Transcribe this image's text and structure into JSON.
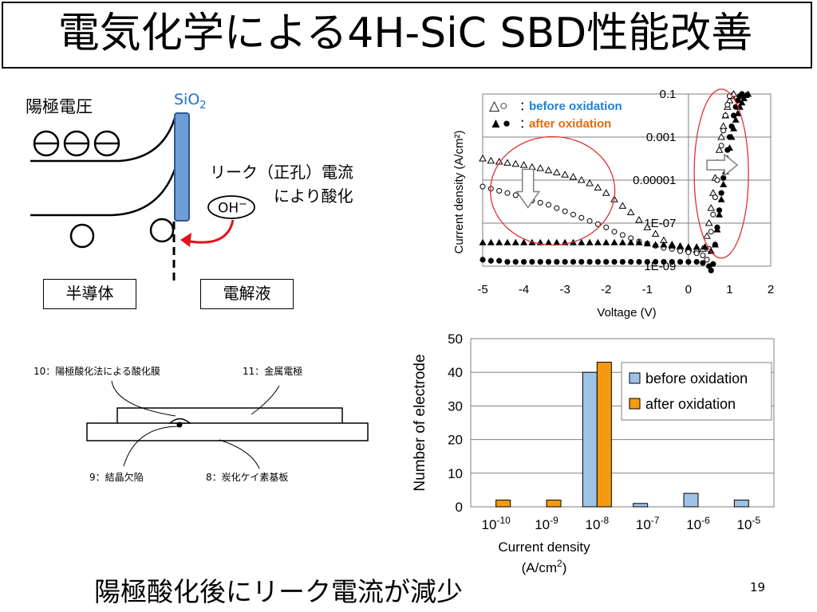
{
  "title": "電気化学による4H-SiC SBD性能改善",
  "footer": "陽極酸化後にリーク電流が減少",
  "page_number": "19",
  "diagram": {
    "anode_voltage_label": "陽極電圧",
    "sio2_label": "SiO",
    "sio2_subscript": "2",
    "leak_text_line1": "リーク（正孔）電流",
    "leak_text_line2": "により酸化",
    "oh_label": "OH",
    "oh_sup": "−",
    "semiconductor_label": "半導体",
    "electrolyte_label": "電解液"
  },
  "structure": {
    "label_oxide": "10：陽極酸化法による酸化膜",
    "label_metal": "11：金属電極",
    "label_defect": "9：結晶欠陥",
    "label_substrate": "8：炭化ケイ素基板"
  },
  "colors": {
    "sio2_fill": "#6f9ed6",
    "before": "#1f7fd6",
    "after": "#e46c0a",
    "bar_before": "#9dc3e6",
    "bar_after": "#f59a0f",
    "arrow_red": "#e0141a",
    "ellipse_red": "#e03030"
  },
  "chart_data": [
    {
      "type": "scatter",
      "xlabel": "Voltage (V)",
      "ylabel": "Current density (A/cm²)",
      "xlim": [
        -5,
        2
      ],
      "ylim_log10": [
        -9,
        -1
      ],
      "x_ticks": [
        "-5",
        "-4",
        "-3",
        "-2",
        "-1",
        "0",
        "1",
        "2"
      ],
      "y_ticks": [
        "0.1",
        "0.001",
        "0.00001",
        "1E-07",
        "1E-09"
      ],
      "y_scale": "log",
      "grid": "horizontal",
      "legend": [
        {
          "marker": "△○",
          "sep": "：",
          "name": "before oxidation"
        },
        {
          "marker": "▲●",
          "sep": "：",
          "name": "after oxidation"
        }
      ],
      "series": [
        {
          "marker": "open-triangle",
          "group": "before",
          "x": [
            -5.0,
            -4.8,
            -4.6,
            -4.4,
            -4.2,
            -4.0,
            -3.8,
            -3.6,
            -3.4,
            -3.2,
            -3.0,
            -2.8,
            -2.6,
            -2.4,
            -2.2,
            -2.0,
            -1.8,
            -1.6,
            -1.4,
            -1.2,
            -1.0,
            -0.8,
            -0.6,
            -0.4,
            -0.2,
            0.0,
            0.2,
            0.35,
            0.45,
            0.5,
            0.55,
            0.6,
            0.65,
            0.7,
            0.75,
            0.8,
            0.85,
            0.9,
            0.95,
            1.0,
            1.05,
            1.1
          ],
          "y": [
            -4.0,
            -4.1,
            -4.15,
            -4.2,
            -4.25,
            -4.3,
            -4.4,
            -4.45,
            -4.55,
            -4.65,
            -4.75,
            -4.85,
            -5.0,
            -5.15,
            -5.35,
            -5.6,
            -5.9,
            -6.2,
            -6.5,
            -6.85,
            -7.2,
            -7.5,
            -7.8,
            -8.0,
            -8.1,
            -8.2,
            -8.25,
            -8.2,
            -7.6,
            -7.0,
            -6.3,
            -5.6,
            -4.9,
            -4.2,
            -3.6,
            -3.0,
            -2.5,
            -2.0,
            -1.6,
            -1.3,
            -1.1,
            -1.0
          ]
        },
        {
          "marker": "open-circle",
          "group": "before",
          "x": [
            -5.0,
            -4.8,
            -4.6,
            -4.4,
            -4.2,
            -4.0,
            -3.8,
            -3.6,
            -3.4,
            -3.2,
            -3.0,
            -2.8,
            -2.6,
            -2.4,
            -2.2,
            -2.0,
            -1.8,
            -1.6,
            -1.4,
            -1.2,
            -1.0,
            -0.8,
            -0.6,
            -0.4,
            -0.2,
            0.0,
            0.2,
            0.35,
            0.45,
            0.5,
            0.55,
            0.6,
            0.65,
            0.7,
            0.75,
            0.8,
            0.85,
            0.9,
            0.95,
            1.0
          ],
          "y": [
            -5.3,
            -5.4,
            -5.5,
            -5.6,
            -5.7,
            -5.8,
            -5.95,
            -6.05,
            -6.15,
            -6.3,
            -6.45,
            -6.6,
            -6.75,
            -6.9,
            -7.05,
            -7.2,
            -7.4,
            -7.55,
            -7.7,
            -7.85,
            -7.95,
            -8.05,
            -8.15,
            -8.2,
            -8.3,
            -8.35,
            -8.4,
            -8.5,
            -8.7,
            -8.2,
            -7.4,
            -6.6,
            -5.8,
            -5.0,
            -4.2,
            -3.4,
            -2.7,
            -2.0,
            -1.5,
            -1.1
          ]
        },
        {
          "marker": "filled-triangle",
          "group": "after",
          "x": [
            -5.0,
            -4.8,
            -4.6,
            -4.4,
            -4.2,
            -4.0,
            -3.8,
            -3.6,
            -3.4,
            -3.2,
            -3.0,
            -2.8,
            -2.6,
            -2.4,
            -2.2,
            -2.0,
            -1.8,
            -1.6,
            -1.4,
            -1.2,
            -1.0,
            -0.8,
            -0.6,
            -0.4,
            -0.2,
            0.0,
            0.2,
            0.4,
            0.55,
            0.65,
            0.7,
            0.75,
            0.8,
            0.85,
            0.9,
            0.95,
            1.0,
            1.05,
            1.1,
            1.15,
            1.2,
            1.25,
            1.3,
            1.35,
            1.4,
            1.45
          ],
          "y": [
            -7.9,
            -7.9,
            -7.9,
            -7.9,
            -7.9,
            -7.9,
            -7.9,
            -7.9,
            -7.9,
            -7.9,
            -7.9,
            -7.9,
            -7.9,
            -7.9,
            -7.9,
            -7.9,
            -7.9,
            -7.9,
            -7.9,
            -7.9,
            -7.95,
            -8.0,
            -8.0,
            -8.05,
            -8.05,
            -8.1,
            -8.1,
            -8.1,
            -8.3,
            -8.0,
            -7.3,
            -6.6,
            -5.9,
            -5.2,
            -4.6,
            -4.0,
            -3.5,
            -3.0,
            -2.6,
            -2.2,
            -1.9,
            -1.6,
            -1.4,
            -1.2,
            -1.05,
            -1.0
          ]
        },
        {
          "marker": "filled-circle",
          "group": "after",
          "x": [
            -5.0,
            -4.8,
            -4.6,
            -4.4,
            -4.2,
            -4.0,
            -3.8,
            -3.6,
            -3.4,
            -3.2,
            -3.0,
            -2.8,
            -2.6,
            -2.4,
            -2.2,
            -2.0,
            -1.8,
            -1.6,
            -1.4,
            -1.2,
            -1.0,
            -0.8,
            -0.6,
            -0.4,
            -0.2,
            0.0,
            0.2,
            0.35,
            0.5,
            0.55,
            0.6,
            0.65,
            0.7,
            0.75,
            0.8,
            0.85,
            0.9,
            0.95,
            1.0,
            1.05,
            1.1,
            1.15,
            1.2,
            1.25,
            1.3
          ],
          "y": [
            -8.7,
            -8.75,
            -8.75,
            -8.8,
            -8.8,
            -8.8,
            -8.8,
            -8.8,
            -8.8,
            -8.8,
            -8.8,
            -8.8,
            -8.8,
            -8.8,
            -8.8,
            -8.8,
            -8.8,
            -8.8,
            -8.8,
            -8.8,
            -8.8,
            -8.8,
            -8.8,
            -8.8,
            -8.8,
            -8.8,
            -8.8,
            -8.85,
            -9.0,
            -9.2,
            -8.9,
            -8.0,
            -7.2,
            -6.4,
            -5.6,
            -4.9,
            -4.2,
            -3.6,
            -3.0,
            -2.5,
            -2.0,
            -1.6,
            -1.3,
            -1.1,
            -1.0
          ]
        }
      ]
    },
    {
      "type": "bar",
      "categories": [
        "10-10",
        "10-9",
        "10-8",
        "10-7",
        "10-6",
        "10-5"
      ],
      "category_base": "10",
      "category_exp": [
        "-10",
        "-9",
        "-8",
        "-7",
        "-6",
        "-5"
      ],
      "series": [
        {
          "name": "before oxidation",
          "values": [
            0,
            0,
            40,
            1,
            4,
            2
          ]
        },
        {
          "name": "after oxidation",
          "values": [
            2,
            2,
            43,
            0,
            0,
            0
          ]
        }
      ],
      "xlabel_line1": "Current density",
      "xlabel_line2_pre": "(A/cm",
      "xlabel_line2_sup": "2",
      "xlabel_line2_post": ")",
      "ylabel": "Number of electrode",
      "ylim": [
        0,
        50
      ],
      "y_ticks": [
        "0",
        "10",
        "20",
        "30",
        "40",
        "50"
      ],
      "grid": "horizontal",
      "legend": "right-top"
    }
  ]
}
